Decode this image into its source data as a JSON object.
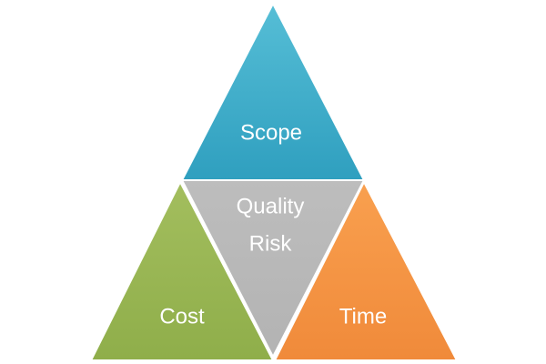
{
  "diagram": {
    "segments": {
      "scope": {
        "label": "Scope",
        "color_top": "#56bed6",
        "color_bottom": "#2f9fbf"
      },
      "cost": {
        "label": "Cost",
        "color_top": "#a3be5e",
        "color_bottom": "#8fae4a"
      },
      "time": {
        "label": "Time",
        "color_top": "#f9a04f",
        "color_bottom": "#f08a3a"
      },
      "center": {
        "label_line1": "Quality",
        "label_line2": "Risk",
        "color_top": "#bdbdbd",
        "color_bottom": "#b3b3b3"
      }
    },
    "edge_color": "#ffffff"
  }
}
